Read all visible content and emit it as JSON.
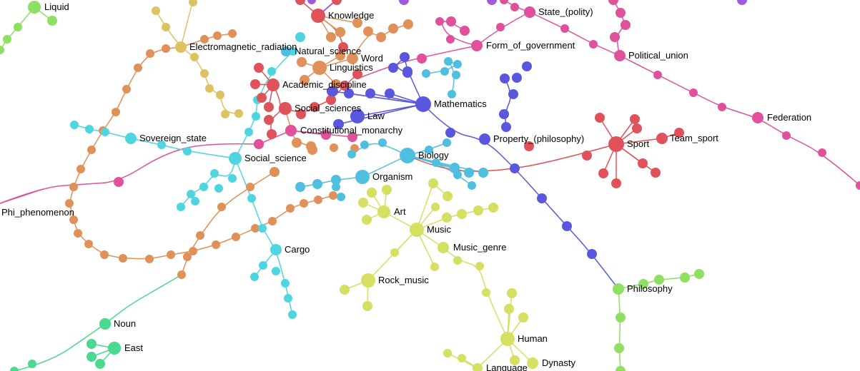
{
  "graph": {
    "palette": {
      "magenta": "#e0519c",
      "red": "#e0525a",
      "orange": "#e0915a",
      "gold": "#ddc262",
      "yellowgreen": "#d5df62",
      "lime": "#8fdf62",
      "green": "#4ad98f",
      "cyan": "#4fd5e0",
      "skyblue": "#4fbfe0",
      "blue": "#5a57df",
      "purple": "#a159df"
    },
    "labeled_nodes": [
      {
        "id": "Liquid",
        "label": "Liquid",
        "color": "lime"
      },
      {
        "id": "Knowledge",
        "label": "Knowledge",
        "color": "red"
      },
      {
        "id": "State_polity",
        "label": "State_(polity)",
        "color": "magenta"
      },
      {
        "id": "Electromagnetic_radiation",
        "label": "Electromagnetic_radiation",
        "color": "gold"
      },
      {
        "id": "Natural_science",
        "label": "Natural_science",
        "color": "skyblue"
      },
      {
        "id": "Word",
        "label": "Word",
        "color": "orange"
      },
      {
        "id": "Form_of_government",
        "label": "Form_of_government",
        "color": "magenta"
      },
      {
        "id": "Political_union",
        "label": "Political_union",
        "color": "magenta"
      },
      {
        "id": "Linguistics",
        "label": "Linguistics",
        "color": "orange"
      },
      {
        "id": "Academic_discipline",
        "label": "Academic_discipline",
        "color": "red"
      },
      {
        "id": "Mathematics",
        "label": "Mathematics",
        "color": "blue"
      },
      {
        "id": "Social_sciences",
        "label": "Social_sciences",
        "color": "red"
      },
      {
        "id": "Law",
        "label": "Law",
        "color": "blue"
      },
      {
        "id": "Federation",
        "label": "Federation",
        "color": "magenta"
      },
      {
        "id": "Constitutional_monarchy",
        "label": "Constitutional_monarchy",
        "color": "magenta"
      },
      {
        "id": "Sovereign_state",
        "label": "Sovereign_state",
        "color": "cyan"
      },
      {
        "id": "Property_philosophy",
        "label": "Property_(philosophy)",
        "color": "blue"
      },
      {
        "id": "Team_sport",
        "label": "Team_sport",
        "color": "red"
      },
      {
        "id": "Sport",
        "label": "Sport",
        "color": "red"
      },
      {
        "id": "Social_science",
        "label": "Social_science",
        "color": "cyan"
      },
      {
        "id": "Biology",
        "label": "Biology",
        "color": "skyblue"
      },
      {
        "id": "Organism",
        "label": "Organism",
        "color": "skyblue"
      },
      {
        "id": "Phi_phenomenon",
        "label": "Phi_phenomenon",
        "color": "magenta"
      },
      {
        "id": "Art",
        "label": "Art",
        "color": "yellowgreen"
      },
      {
        "id": "Music",
        "label": "Music",
        "color": "yellowgreen"
      },
      {
        "id": "Music_genre",
        "label": "Music_genre",
        "color": "yellowgreen"
      },
      {
        "id": "Cargo",
        "label": "Cargo",
        "color": "cyan"
      },
      {
        "id": "Rock_music",
        "label": "Rock_music",
        "color": "yellowgreen"
      },
      {
        "id": "Philosophy",
        "label": "Philosophy",
        "color": "lime"
      },
      {
        "id": "Noun",
        "label": "Noun",
        "color": "green"
      },
      {
        "id": "Human",
        "label": "Human",
        "color": "yellowgreen"
      },
      {
        "id": "East",
        "label": "East",
        "color": "green"
      },
      {
        "id": "Dynasty",
        "label": "Dynasty",
        "color": "yellowgreen"
      },
      {
        "id": "Language",
        "label": "Language",
        "color": "yellowgreen"
      }
    ]
  }
}
